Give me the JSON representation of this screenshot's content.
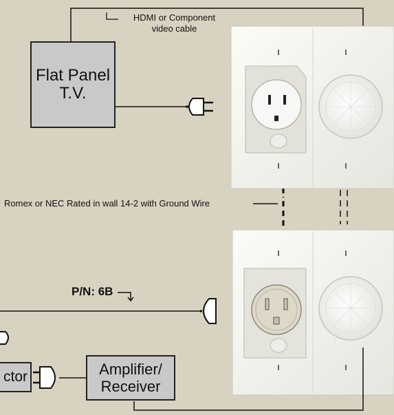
{
  "labels": {
    "cable": [
      "HDMI or Component",
      "video cable"
    ],
    "tv": [
      "Flat Panel",
      "T.V."
    ],
    "romex": "Romex or NEC Rated in wall 14-2 with Ground Wire",
    "part_number": "P/N: 6B",
    "projector_partial": "ctor",
    "amplifier": [
      "Amplifier/",
      "Receiver"
    ]
  },
  "colors": {
    "background": "#d8d2c0",
    "plate": "#f4f4f0",
    "box_fill": "#c9c9c9",
    "line": "#111111"
  },
  "icons": [
    "power-plug-icon",
    "duplex-outlet-icon",
    "cable-pass-through-icon"
  ]
}
